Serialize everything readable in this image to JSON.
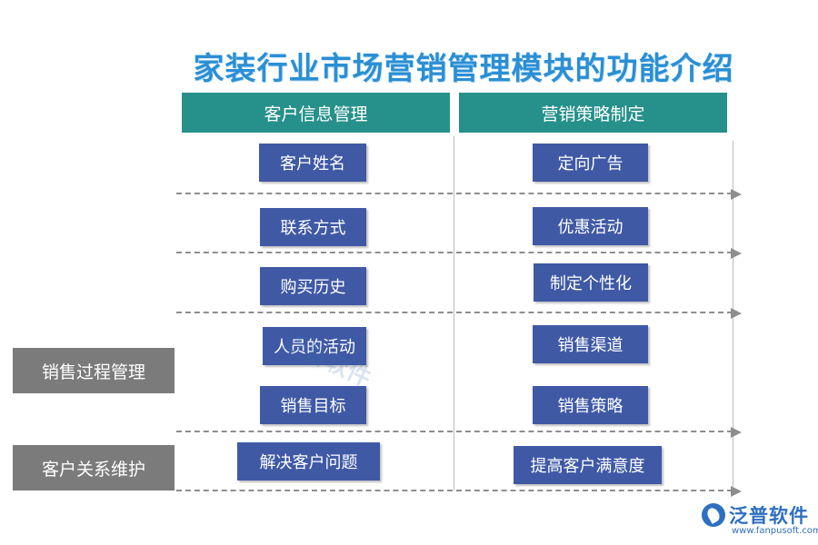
{
  "title": "家装行业市场营销管理模块的功能介绍",
  "columns": [
    {
      "header": "客户信息管理",
      "items": [
        "客户姓名",
        "联系方式",
        "购买历史",
        "人员的活动",
        "销售目标",
        "解决客户问题"
      ]
    },
    {
      "header": "营销策略制定",
      "items": [
        "定向广告",
        "优惠活动",
        "制定个性化",
        "销售渠道",
        "销售策略",
        "提高客户满意度"
      ]
    }
  ],
  "side_labels": [
    "销售过程管理",
    "客户关系维护"
  ],
  "watermark": "泛普软件",
  "logo": {
    "name": "泛普软件",
    "url": "www.fanpusoft.com"
  },
  "colors": {
    "title": "#2a8fd4",
    "header": "#26908a",
    "box": "#3f59a5",
    "side": "#7b7b7b",
    "dash": "#8e8e8e"
  }
}
